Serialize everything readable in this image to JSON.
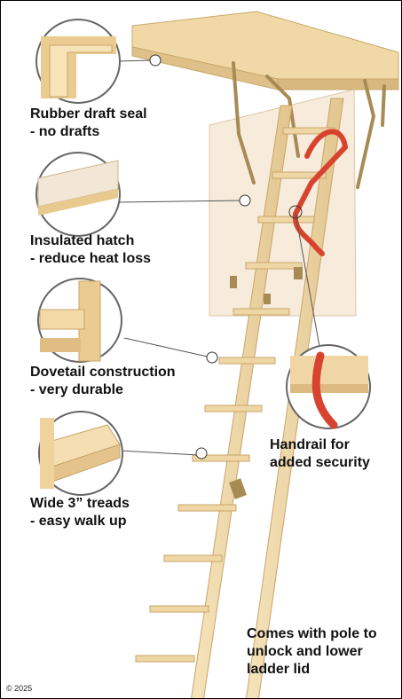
{
  "callouts": [
    {
      "line1": "Rubber draft seal",
      "line2": "- no drafts"
    },
    {
      "line1": "Insulated hatch",
      "line2": "- reduce heat loss"
    },
    {
      "line1": "Dovetail construction",
      "line2": "- very durable"
    },
    {
      "line1": "Wide 3” treads",
      "line2": "- easy walk up"
    }
  ],
  "handrail": {
    "line1": "Handrail for",
    "line2": "added security"
  },
  "pole_note": {
    "line1": "Comes with pole to",
    "line2": "unlock and lower",
    "line3": "ladder lid"
  },
  "copyright": "© 2025",
  "colors": {
    "wood": "#F2DDAE",
    "wood_dark": "#D9BC82",
    "hatch": "#F6EAD8",
    "handrail": "#D8432F",
    "hardware": "#A88A55"
  }
}
